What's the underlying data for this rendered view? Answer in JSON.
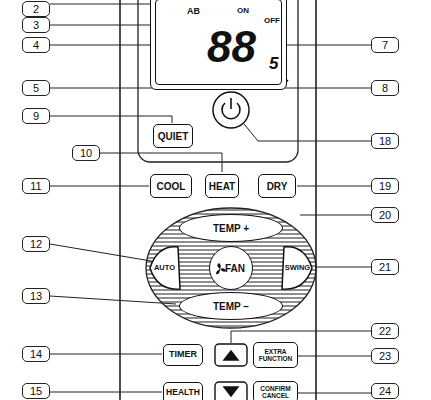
{
  "diagram": {
    "nodes": [
      {
        "text": [
          "AB",
          "ON",
          "OFF",
          "88",
          "5"
        ]
      },
      {
        "text": [
          "QUIET"
        ]
      },
      {
        "text": [
          "COOL"
        ]
      },
      {
        "text": [
          "HEAT"
        ]
      },
      {
        "text": [
          "DRY"
        ]
      },
      {
        "text": [
          "TEMP +"
        ]
      },
      {
        "text": [
          "AUTO"
        ]
      },
      {
        "text": [
          "FAN"
        ]
      },
      {
        "text": [
          "SWING"
        ]
      },
      {
        "text": [
          "TEMP −"
        ]
      },
      {
        "text": [
          "TIMER"
        ]
      },
      {
        "text": [
          "EXTRA FUNCTION"
        ]
      },
      {
        "text": [
          "HEALTH"
        ]
      },
      {
        "text": [
          "CONFIRM CANCEL"
        ]
      }
    ],
    "labels": [
      "2",
      "3",
      "4",
      "5",
      "7",
      "8",
      "9",
      "10",
      "11",
      "12",
      "13",
      "14",
      "15",
      "18",
      "19",
      "20",
      "21",
      "22",
      "23",
      "24"
    ]
  }
}
